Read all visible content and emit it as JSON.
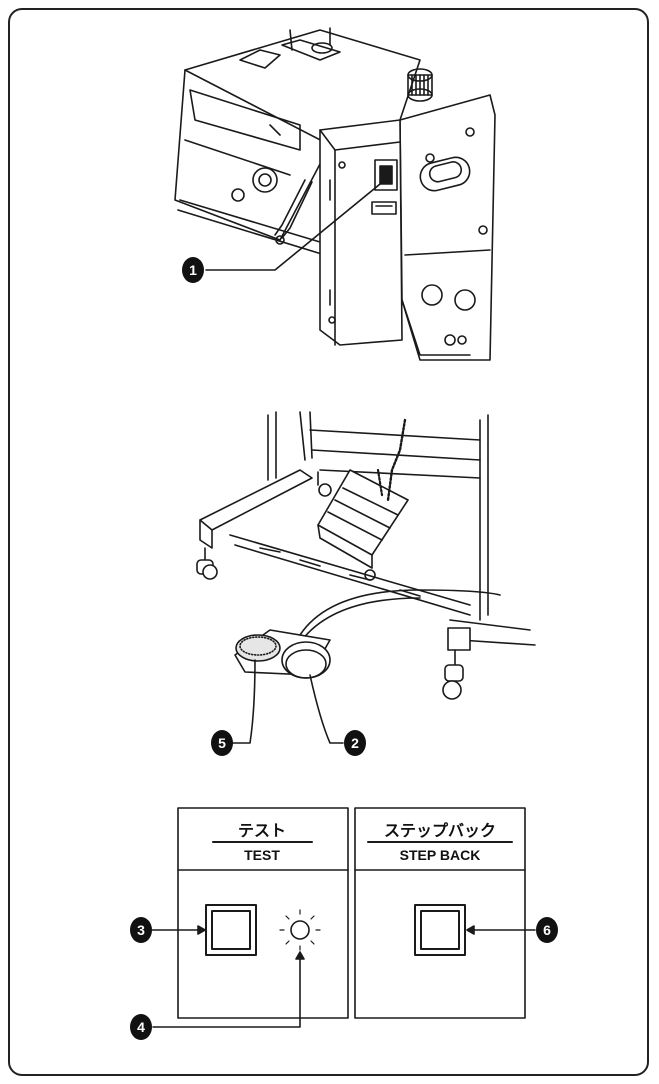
{
  "callouts": {
    "c1": "1",
    "c2": "2",
    "c3": "3",
    "c4": "4",
    "c5": "5",
    "c6": "6"
  },
  "panels": {
    "test": {
      "jp": "テスト",
      "en": "TEST"
    },
    "step_back": {
      "jp": "ステップバック",
      "en": "STEP BACK"
    }
  },
  "colors": {
    "line": "#1a1a1a",
    "badge": "#111111",
    "background": "#ffffff"
  }
}
